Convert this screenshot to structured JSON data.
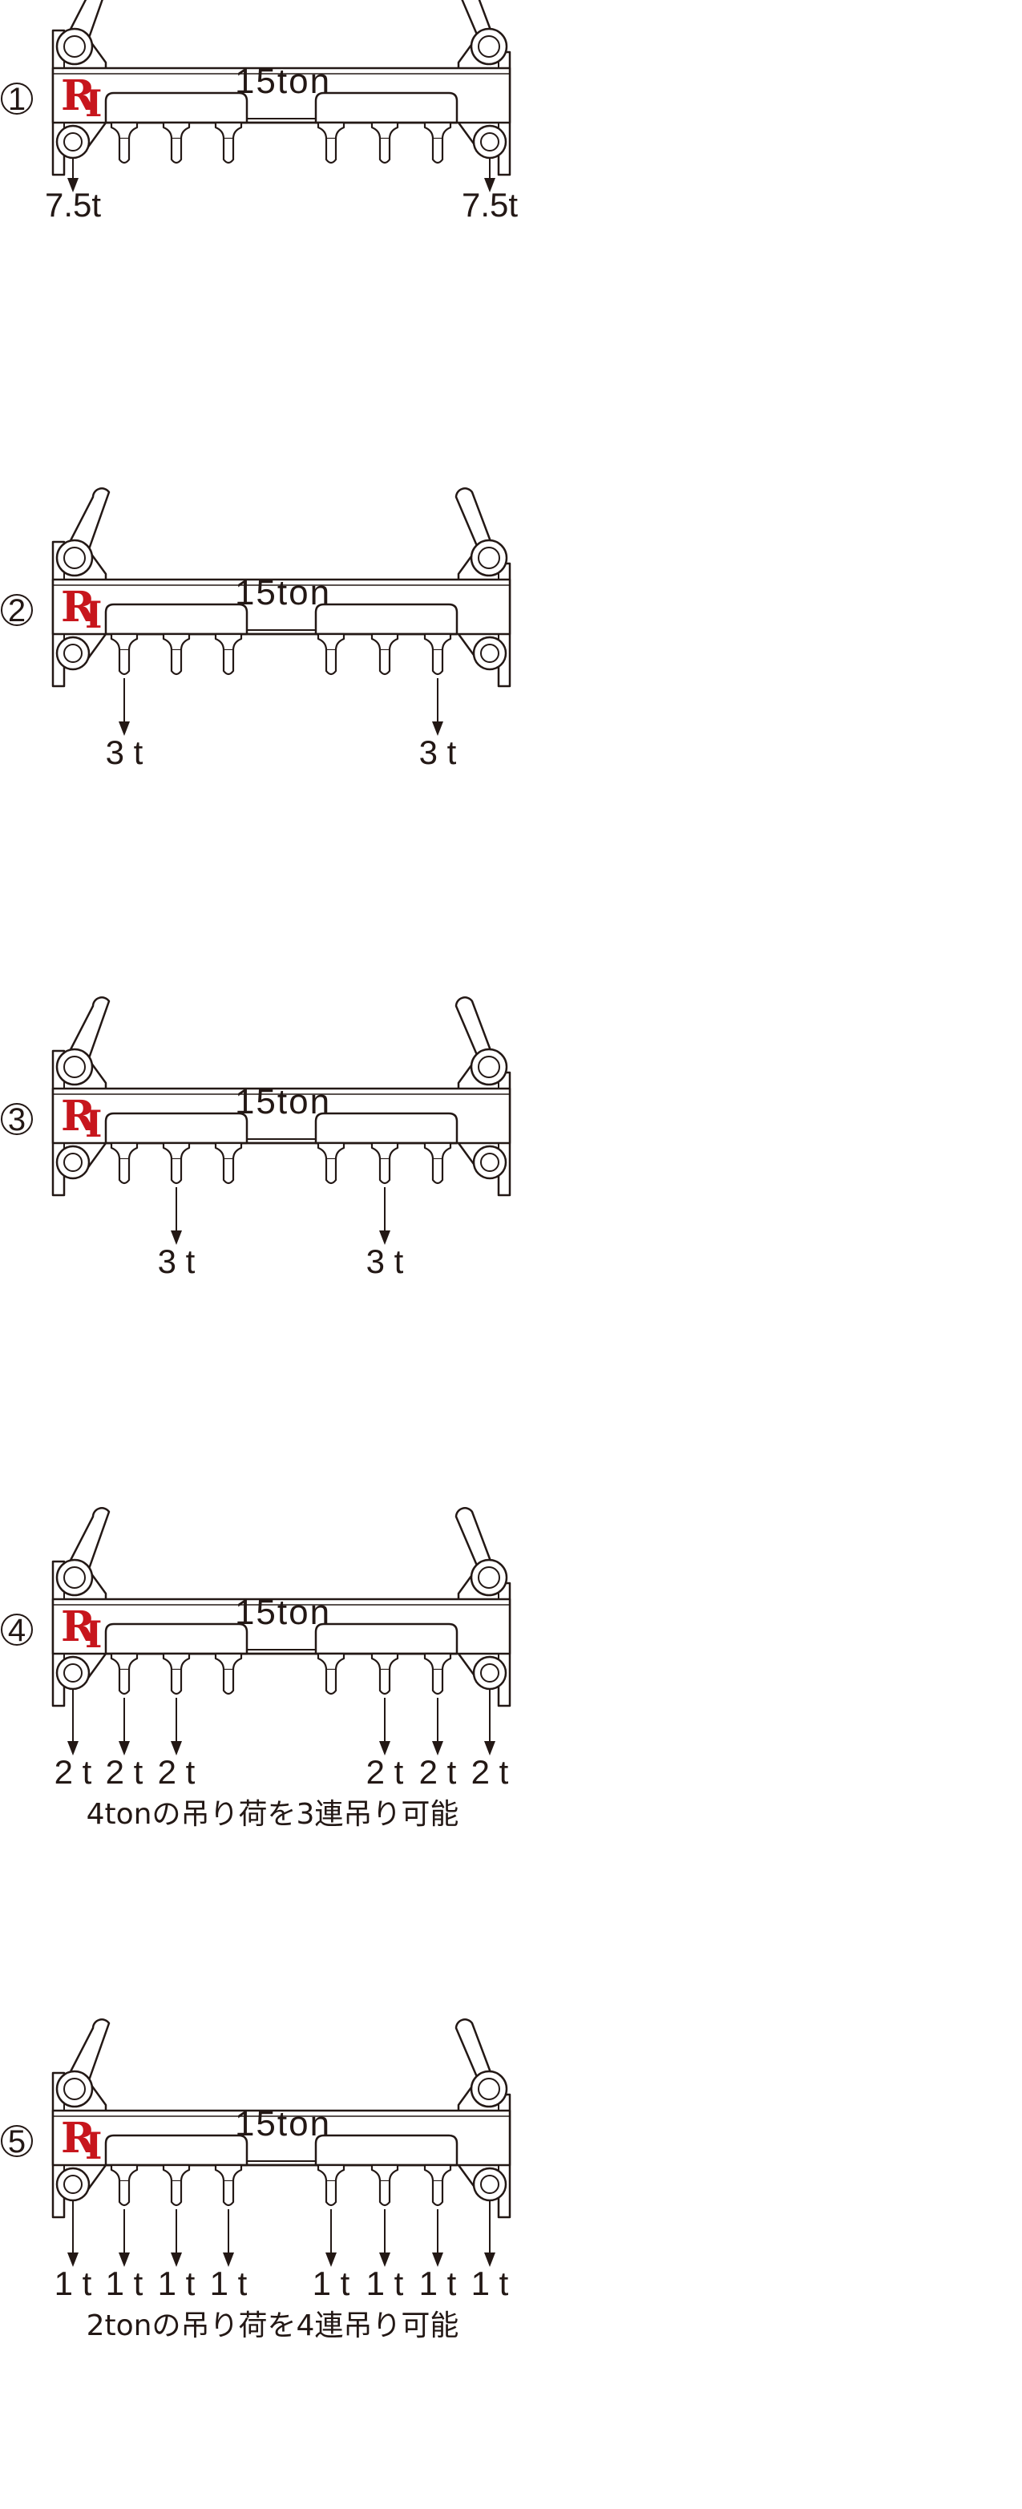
{
  "brand": {
    "logo_r": "R",
    "logo_i": "I",
    "logo_color": "#c7161d"
  },
  "colors": {
    "line": "#231815",
    "background": "#ffffff"
  },
  "panels": [
    {
      "number": "1",
      "beam_title": "15ton",
      "loads": [
        {
          "point": "left-clamp",
          "label": "7.5t"
        },
        {
          "point": "right-clamp",
          "label": "7.5t"
        }
      ],
      "caption": ""
    },
    {
      "number": "2",
      "beam_title": "15ton",
      "loads": [
        {
          "point": "hook-1",
          "label": "3 t"
        },
        {
          "point": "hook-6",
          "label": "3 t"
        }
      ],
      "caption": ""
    },
    {
      "number": "3",
      "beam_title": "15ton",
      "loads": [
        {
          "point": "hook-2",
          "label": "3 t"
        },
        {
          "point": "hook-5",
          "label": "3 t"
        }
      ],
      "caption": ""
    },
    {
      "number": "4",
      "beam_title": "15ton",
      "loads": [
        {
          "point": "left-clamp",
          "label": "2 t"
        },
        {
          "point": "hook-1",
          "label": "2 t"
        },
        {
          "point": "hook-2",
          "label": "2 t"
        },
        {
          "point": "hook-5",
          "label": "2 t"
        },
        {
          "point": "hook-6",
          "label": "2 t"
        },
        {
          "point": "right-clamp",
          "label": "2 t"
        }
      ],
      "caption": "4tonの吊り荷を3連吊り可能"
    },
    {
      "number": "5",
      "beam_title": "15ton",
      "loads": [
        {
          "point": "left-clamp",
          "label": "1 t"
        },
        {
          "point": "hook-1",
          "label": "1 t"
        },
        {
          "point": "hook-2",
          "label": "1 t"
        },
        {
          "point": "hook-3",
          "label": "1 t"
        },
        {
          "point": "hook-4",
          "label": "1 t"
        },
        {
          "point": "hook-5",
          "label": "1 t"
        },
        {
          "point": "hook-6",
          "label": "1 t"
        },
        {
          "point": "right-clamp",
          "label": "1 t"
        }
      ],
      "caption": "2tonの吊り荷を4連吊り可能"
    }
  ]
}
